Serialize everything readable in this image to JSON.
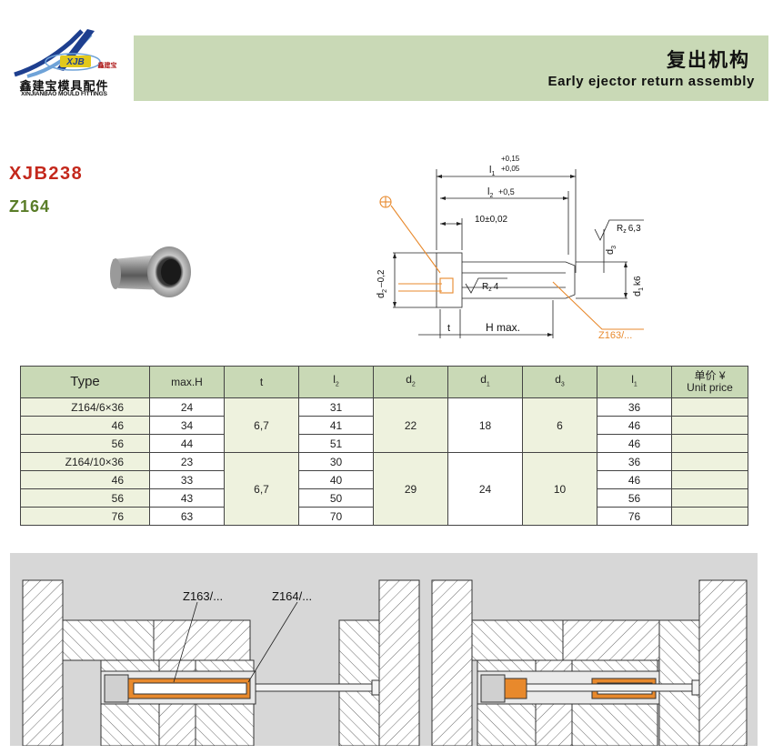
{
  "brand": {
    "name_cn": "鑫建宝模具配件",
    "name_en": "XINJIANBAO MOULD FITTINGS",
    "badge": "XJB",
    "badge_cn": "鑫建宝"
  },
  "header": {
    "title_cn": "复出机构",
    "title_en": "Early ejector return assembly"
  },
  "product": {
    "code": "XJB238",
    "subcode": "Z164"
  },
  "drawing": {
    "l1": "l",
    "l1_sub": "1",
    "l1_tol_upper": "+0,15",
    "l1_tol_lower": "+0,05",
    "l2": "l",
    "l2_sub": "2",
    "l2_tol": "+0,5",
    "ten": "10±0,02",
    "rz1": "R",
    "rz1_sub": "z",
    "rz1_val": "6,3",
    "rz2": "R",
    "rz2_sub": "z",
    "rz2_val": "4",
    "d2": "d",
    "d2_sub": "2",
    "d2_tol": "–0,2",
    "d1": "d",
    "d1_sub": "1",
    "d1_tol": "k6",
    "d3": "d",
    "d3_sub": "3",
    "t": "t",
    "hmax": "H max.",
    "ref": "Z163/..."
  },
  "table": {
    "headers": {
      "type": "Type",
      "maxh": "max.H",
      "t": "t",
      "l2": "l",
      "l2_sub": "2",
      "d2": "d",
      "d2_sub": "2",
      "d1": "d",
      "d1_sub": "1",
      "d3": "d",
      "d3_sub": "3",
      "l1": "l",
      "l1_sub": "1",
      "price_cn": "单价 ¥",
      "price_en": "Unit price"
    },
    "group1": {
      "t": "6,7",
      "d2": "22",
      "d1": "18",
      "d3": "6",
      "rows": [
        {
          "type": "Z164/6×36",
          "maxh": "24",
          "l2": "31",
          "l1": "36"
        },
        {
          "type": "46",
          "maxh": "34",
          "l2": "41",
          "l1": "46"
        },
        {
          "type": "56",
          "maxh": "44",
          "l2": "51",
          "l1": "46"
        }
      ]
    },
    "group2": {
      "t": "6,7",
      "d2": "29",
      "d1": "24",
      "d3": "10",
      "rows": [
        {
          "type": "Z164/10×36",
          "maxh": "23",
          "l2": "30",
          "l1": "36"
        },
        {
          "type": "46",
          "maxh": "33",
          "l2": "40",
          "l1": "46"
        },
        {
          "type": "56",
          "maxh": "43",
          "l2": "50",
          "l1": "56"
        },
        {
          "type": "76",
          "maxh": "63",
          "l2": "70",
          "l1": "76"
        }
      ]
    }
  },
  "assembly": {
    "label1": "Z163/...",
    "label2": "Z164/..."
  },
  "colors": {
    "banner": "#c9d9b6",
    "code": "#c4281c",
    "subcode": "#5a7d28",
    "bushing": "#e8892c",
    "hatch": "#6b6b6b"
  }
}
